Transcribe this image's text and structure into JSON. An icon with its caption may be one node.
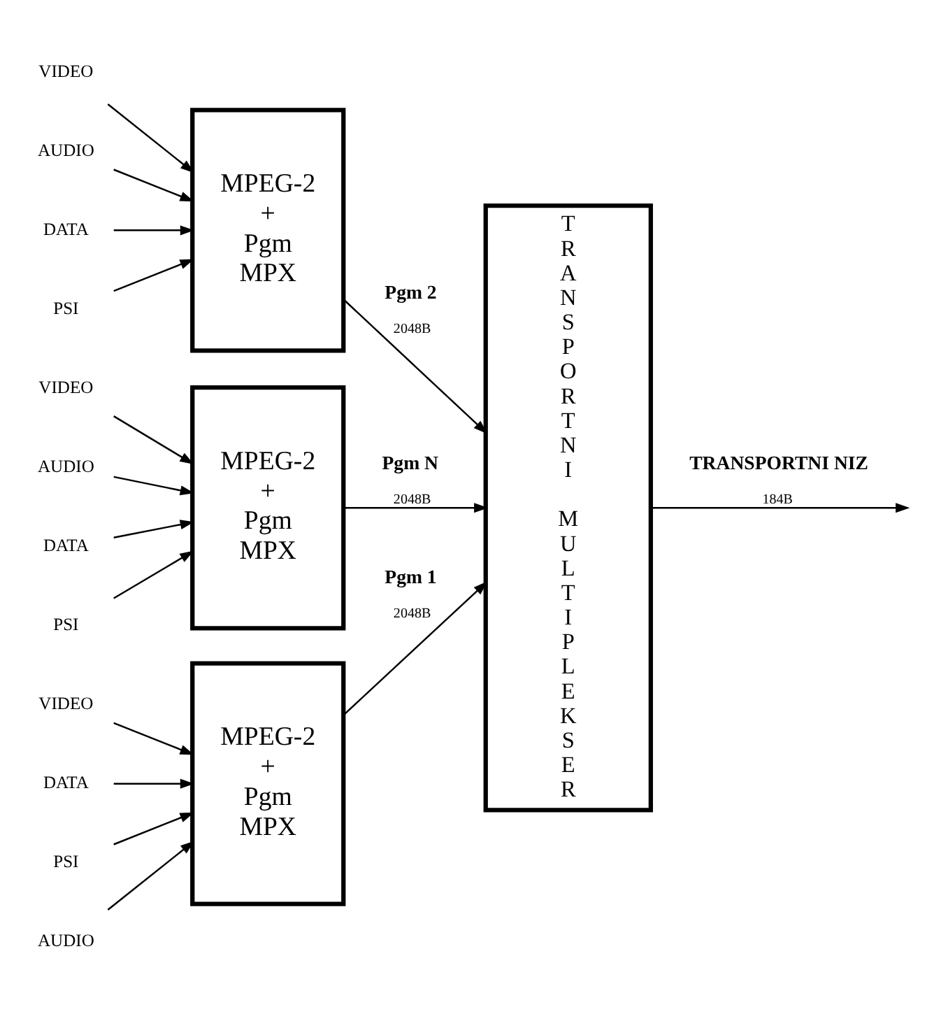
{
  "diagram": {
    "nodes": [
      {
        "text": [
          "VIDEO"
        ]
      },
      {
        "text": [
          "AUDIO"
        ]
      },
      {
        "text": [
          "DATA"
        ]
      },
      {
        "text": [
          "PSI"
        ]
      },
      {
        "text": [
          "MPEG-2 + Pgm MPX"
        ]
      },
      {
        "text": [
          "VIDEO"
        ]
      },
      {
        "text": [
          "AUDIO"
        ]
      },
      {
        "text": [
          "DATA"
        ]
      },
      {
        "text": [
          "PSI"
        ]
      },
      {
        "text": [
          "MPEG-2 + Pgm MPX"
        ]
      },
      {
        "text": [
          "VIDEO"
        ]
      },
      {
        "text": [
          "AUDIO"
        ]
      },
      {
        "text": [
          "DATA"
        ]
      },
      {
        "text": [
          "PSI"
        ]
      },
      {
        "text": [
          "MPEG-2 + Pgm MPX"
        ]
      },
      {
        "text": [
          "TRANSPORTNI MULTIPLEKSER"
        ]
      }
    ],
    "edges": [
      {
        "from": 0,
        "to": 4,
        "arrow": "to"
      },
      {
        "from": 1,
        "to": 4,
        "arrow": "to"
      },
      {
        "from": 2,
        "to": 4,
        "arrow": "to"
      },
      {
        "from": 3,
        "to": 4,
        "arrow": "to"
      },
      {
        "from": 4,
        "to": 15,
        "label": "Pgm 1",
        "arrow": "to"
      },
      {
        "from": 5,
        "to": 9,
        "arrow": "to"
      },
      {
        "from": 6,
        "to": 9,
        "arrow": "to"
      },
      {
        "from": 7,
        "to": 9,
        "arrow": "to"
      },
      {
        "from": 8,
        "to": 9,
        "arrow": "to"
      },
      {
        "from": 9,
        "to": 15,
        "label": "Pgm 2",
        "arrow": "to"
      },
      {
        "from": 10,
        "to": 14,
        "arrow": "to"
      },
      {
        "from": 11,
        "to": 14,
        "arrow": "to"
      },
      {
        "from": 12,
        "to": 14,
        "arrow": "to"
      },
      {
        "from": 13,
        "to": 14,
        "arrow": "to"
      },
      {
        "from": 14,
        "to": 15,
        "label": "Pgm N",
        "arrow": "to"
      },
      {
        "from": 15,
        "to": null,
        "label": "TRANSPORTNI NIZ",
        "arrow": "to"
      }
    ],
    "labels": [
      "2048B",
      "2048B",
      "2048B",
      "184B"
    ]
  }
}
